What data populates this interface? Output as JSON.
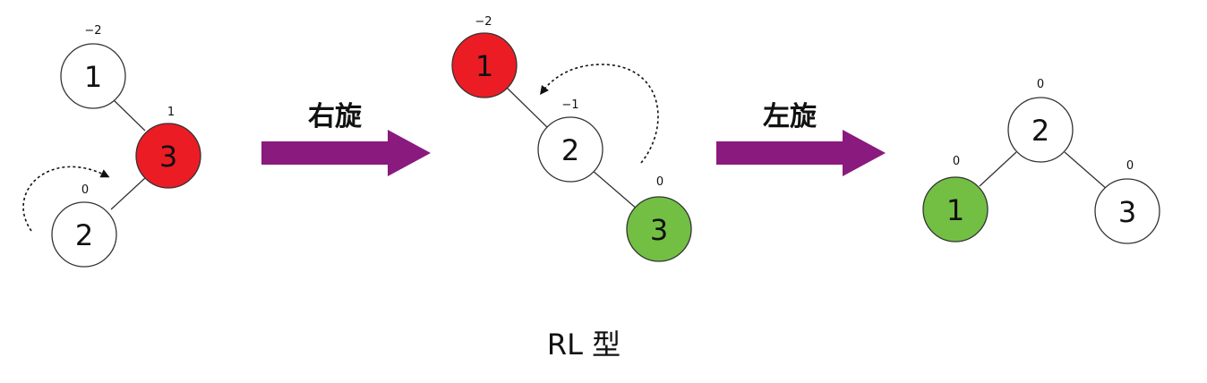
{
  "title": "RL 型",
  "steps": [
    {
      "nodes": [
        {
          "id": "1",
          "value": "1",
          "balance": "−2",
          "fill": "white"
        },
        {
          "id": "3",
          "value": "3",
          "balance": "1",
          "fill": "red"
        },
        {
          "id": "2",
          "value": "2",
          "balance": "0",
          "fill": "white"
        }
      ],
      "edges": [
        [
          "1",
          "3"
        ],
        [
          "3",
          "2"
        ]
      ]
    },
    {
      "nodes": [
        {
          "id": "1",
          "value": "1",
          "balance": "−2",
          "fill": "red"
        },
        {
          "id": "2",
          "value": "2",
          "balance": "−1",
          "fill": "white"
        },
        {
          "id": "3",
          "value": "3",
          "balance": "0",
          "fill": "green"
        }
      ],
      "edges": [
        [
          "1",
          "2"
        ],
        [
          "2",
          "3"
        ]
      ]
    },
    {
      "nodes": [
        {
          "id": "2",
          "value": "2",
          "balance": "0",
          "fill": "white"
        },
        {
          "id": "1",
          "value": "1",
          "balance": "0",
          "fill": "green"
        },
        {
          "id": "3",
          "value": "3",
          "balance": "0",
          "fill": "white"
        }
      ],
      "edges": [
        [
          "2",
          "1"
        ],
        [
          "2",
          "3"
        ]
      ]
    }
  ],
  "transitions": [
    {
      "label": "右旋"
    },
    {
      "label": "左旋"
    }
  ],
  "colors": {
    "red": "#ec1c24",
    "green": "#72bf44",
    "white": "#ffffff",
    "stroke": "#333333",
    "arrow": "#8a1a7e",
    "text": "#111111"
  }
}
